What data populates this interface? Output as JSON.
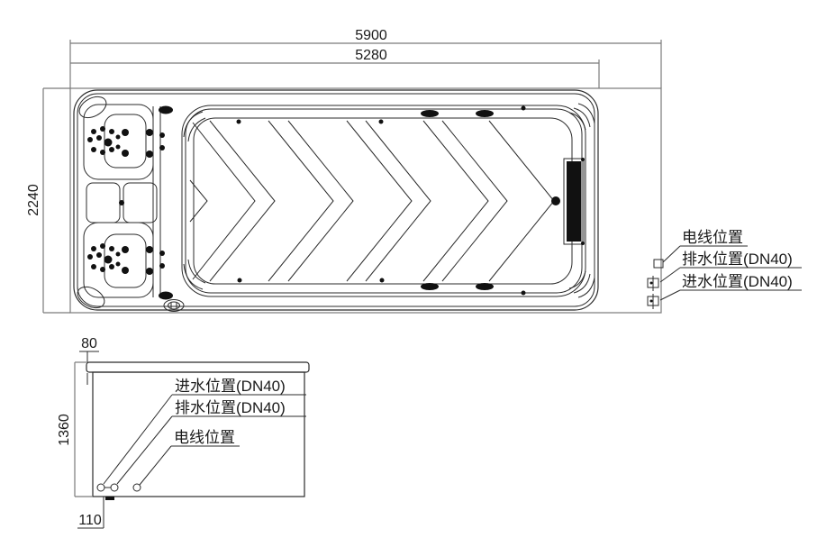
{
  "colors": {
    "background": "#ffffff",
    "drawing_line": "#2b2b2b",
    "dimension_line": "#7a7a7a",
    "text": "#1a1a1a",
    "jet_fill": "#111111"
  },
  "top_view": {
    "dim_overall_length": "5900",
    "dim_shell_length": "5280",
    "dim_overall_width": "2240",
    "callouts": {
      "power": "电线位置",
      "drain": "排水位置(DN40)",
      "inlet": "进水位置(DN40)"
    }
  },
  "side_view": {
    "dim_rim_overhang": "80",
    "dim_height": "1360",
    "dim_drain_offset": "110",
    "callouts": {
      "inlet": "进水位置(DN40)",
      "drain": "排水位置(DN40)",
      "power": "电线位置"
    }
  }
}
